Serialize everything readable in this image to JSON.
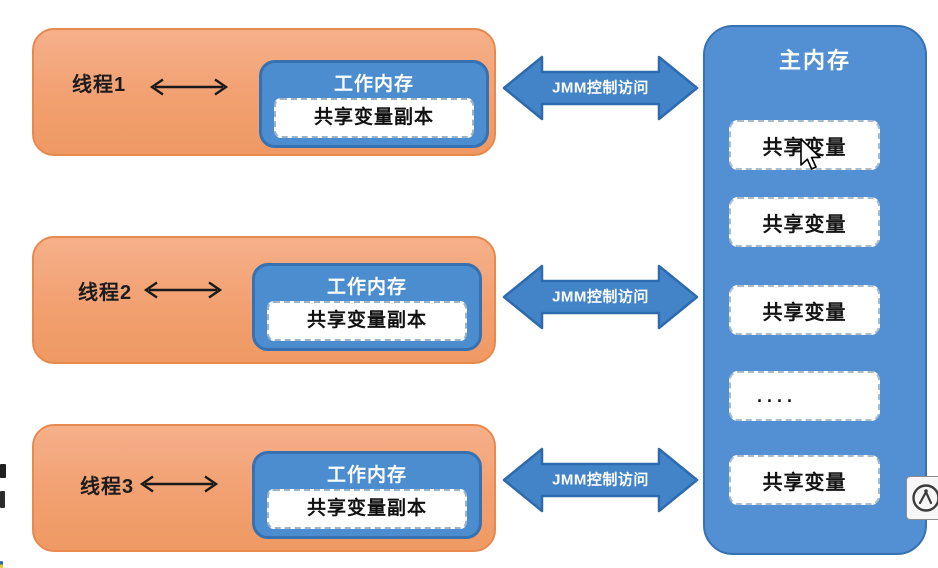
{
  "threads": [
    {
      "label": "线程1",
      "working_memory": "工作内存",
      "shared_copy": "共享变量副本",
      "jmm_arrow": "JMM控制访问"
    },
    {
      "label": "线程2",
      "working_memory": "工作内存",
      "shared_copy": "共享变量副本",
      "jmm_arrow": "JMM控制访问"
    },
    {
      "label": "线程3",
      "working_memory": "工作内存",
      "shared_copy": "共享变量副本",
      "jmm_arrow": "JMM控制访问"
    }
  ],
  "main_memory": {
    "title": "主内存",
    "slots": [
      "共享变量",
      "共享变量",
      "共享变量",
      "....",
      "共享变量"
    ]
  },
  "icons": {
    "thread_arrow": "bidirectional-arrow",
    "jmm_arrow": "double-block-arrow",
    "cursor": "mouse-pointer",
    "watermark": "circle-logo"
  },
  "colors": {
    "thread_fill": "#f2a071",
    "thread_border": "#e8894f",
    "memory_fill": "#4c8dd0",
    "memory_border": "#3671b2",
    "panel_fill": "#5390d3",
    "arrow_fill": "#4384c8",
    "arrow_border": "#2e6aae",
    "slot_border": "#a9bccb"
  }
}
